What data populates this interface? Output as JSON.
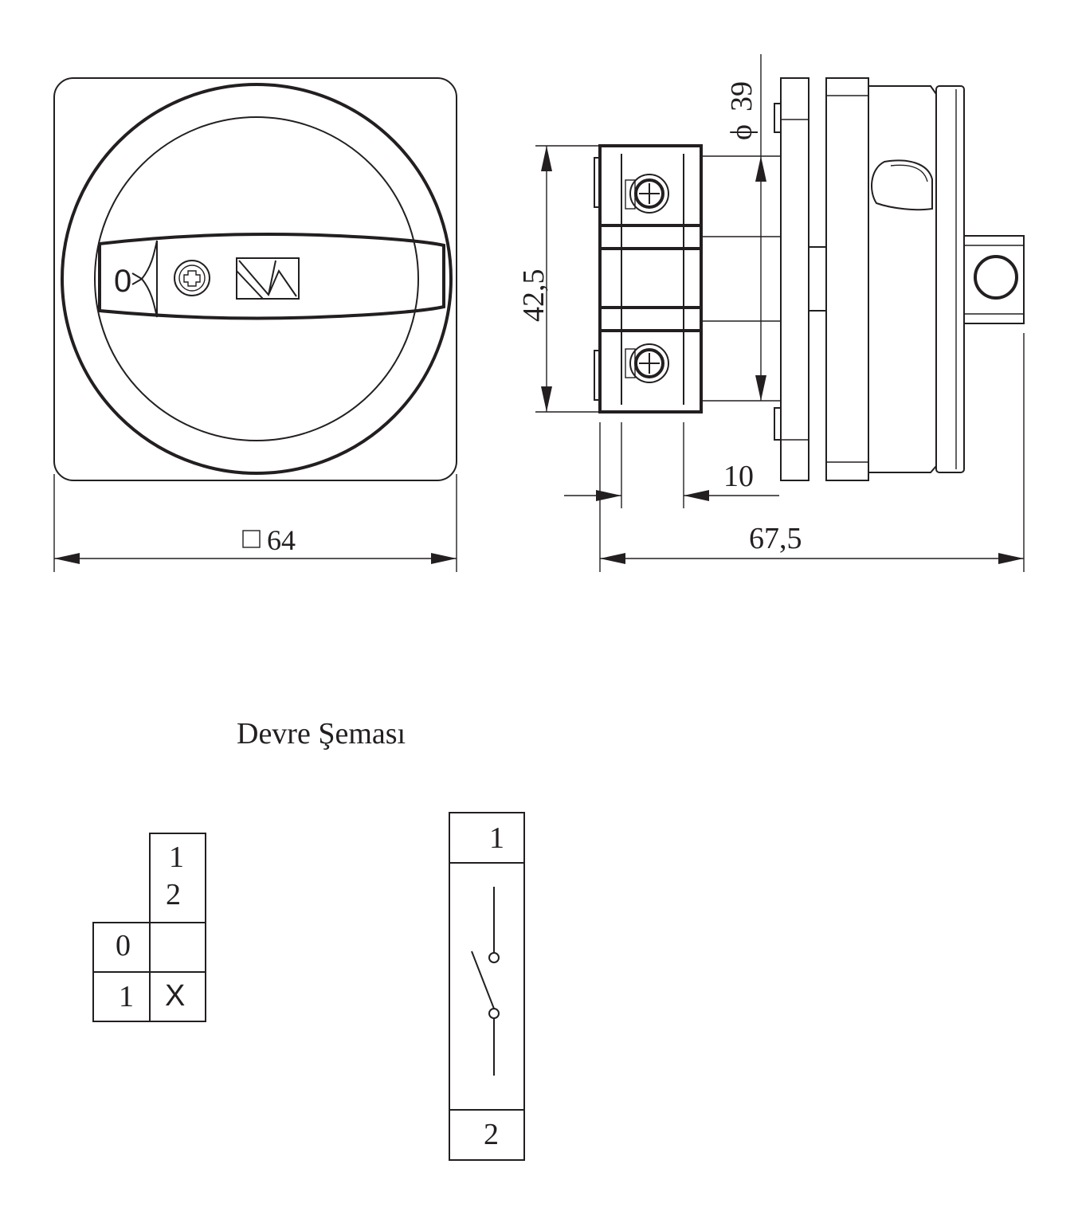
{
  "front_view": {
    "dimension_label": "64",
    "square_symbol": "□",
    "handle_marking": "0"
  },
  "side_view": {
    "diameter_symbol": "ϕ",
    "diameter_value": "39",
    "height_label": "42,5",
    "module_width_label": "10",
    "depth_label": "67,5"
  },
  "circuit": {
    "title": "Devre Şeması",
    "table": {
      "column_header_top": "1",
      "column_header_bottom": "2",
      "positions": [
        "0",
        "1"
      ],
      "state_mark": "X"
    },
    "contact": {
      "terminal_top": "1",
      "terminal_bottom": "2"
    }
  }
}
